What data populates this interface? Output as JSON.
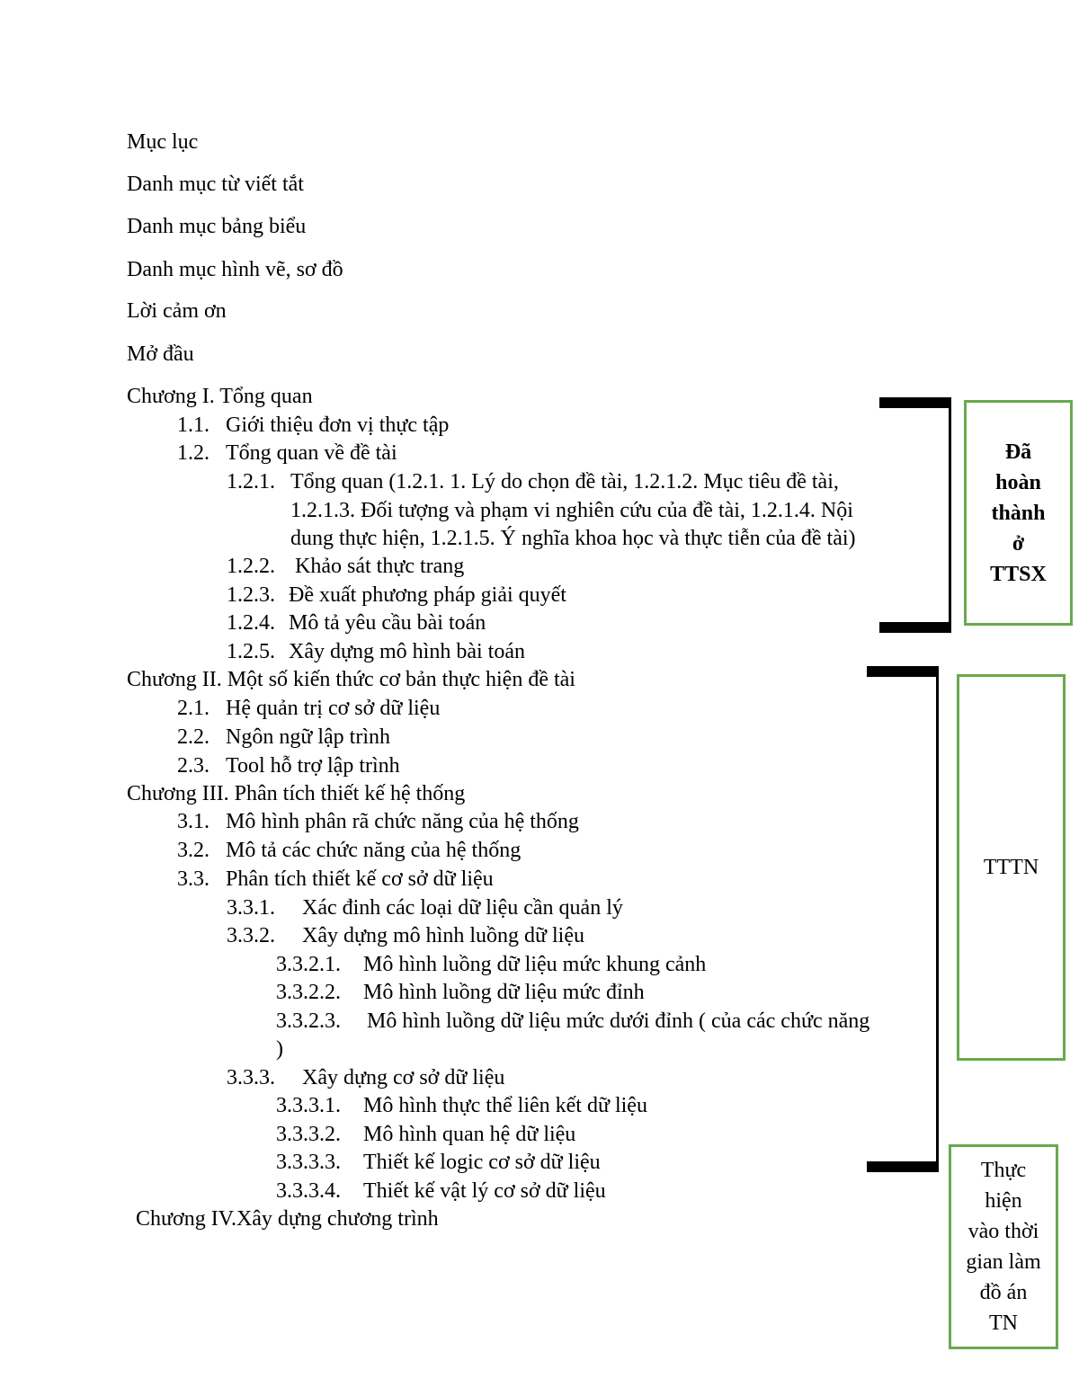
{
  "front_matter": [
    "Mục lục",
    "Danh mục từ viết tắt",
    "Danh mục bảng biểu",
    "Danh mục hình vẽ, sơ đồ",
    "Lời cảm ơn",
    "Mở đầu"
  ],
  "toc": {
    "ch1": {
      "label": "Chương I.  Tổng quan"
    },
    "s1_1": {
      "num": "1.1.",
      "text": "Giới thiệu đơn vị thực tập"
    },
    "s1_2": {
      "num": "1.2.",
      "text": "Tổng quan về đề tài"
    },
    "s1_2_1": {
      "num": "1.2.1.",
      "text_l1": "Tổng quan (1.2.1. 1. Lý do chọn đề tài, 1.2.1.2. Mục tiêu đề tài,",
      "text_l2": "1.2.1.3. Đối tượng và phạm vi nghiên cứu của đề tài, 1.2.1.4. Nội",
      "text_l3": "dung thực hiện, 1.2.1.5. Ý nghĩa khoa học và thực tiễn của đề tài)"
    },
    "s1_2_2": {
      "num": "1.2.2.",
      "text": "Khảo sát thực trang"
    },
    "s1_2_3": {
      "num": "1.2.3.",
      "text": "Đề xuất phương pháp giải quyết"
    },
    "s1_2_4": {
      "num": "1.2.4.",
      "text": "Mô tả yêu cầu bài toán"
    },
    "s1_2_5": {
      "num": "1.2.5.",
      "text": "Xây dựng mô hình bài toán"
    },
    "ch2": {
      "label": "Chương II. Một số kiến thức cơ bản thực hiện đề tài"
    },
    "s2_1": {
      "num": "2.1.",
      "text": "Hệ quản trị cơ sở dữ liệu"
    },
    "s2_2": {
      "num": "2.2.",
      "text": "Ngôn ngữ lập trình"
    },
    "s2_3": {
      "num": "2.3.",
      "text": "Tool hỗ trợ lập trình"
    },
    "ch3": {
      "label": "Chương III.  Phân tích thiết kế hệ thống"
    },
    "s3_1": {
      "num": "3.1.",
      "text": "Mô hình phân rã chức năng của hệ thống"
    },
    "s3_2": {
      "num": "3.2.",
      "text": "Mô tả các chức năng của hệ thống"
    },
    "s3_3": {
      "num": "3.3.",
      "text": "Phân tích thiết kế cơ sở dữ liệu"
    },
    "s3_3_1": {
      "num": "3.3.1.",
      "text": "Xác đinh các loại dữ liệu cần quản lý"
    },
    "s3_3_2": {
      "num": "3.3.2.",
      "text": "Xây dựng mô hình luồng dữ liệu"
    },
    "s3_3_2_1": {
      "num": "3.3.2.1.",
      "text": "Mô hình luồng dữ liệu mức khung cảnh"
    },
    "s3_3_2_2": {
      "num": "3.3.2.2.",
      "text": "Mô hình luồng dữ liệu mức đỉnh"
    },
    "s3_3_2_3": {
      "num": "3.3.2.3.",
      "text_l1": "Mô hình luồng dữ liệu mức dưới đỉnh ( của các chức năng",
      "text_l2": ")"
    },
    "s3_3_3": {
      "num": "3.3.3.",
      "text": "Xây dựng cơ sở dữ liệu"
    },
    "s3_3_3_1": {
      "num": "3.3.3.1.",
      "text": "Mô hình thực thể liên kết dữ liệu"
    },
    "s3_3_3_2": {
      "num": "3.3.3.2.",
      "text": "Mô hình quan hệ dữ liệu"
    },
    "s3_3_3_3": {
      "num": "3.3.3.3.",
      "text": "Thiết kế logic cơ sở dữ liệu"
    },
    "s3_3_3_4": {
      "num": "3.3.3.4.",
      "text": "Thiết kế vật lý cơ sở dữ liệu"
    },
    "ch4": {
      "label": "Chương IV.Xây dựng chương trình"
    }
  },
  "annotations": {
    "box1": {
      "lines": [
        "Đã",
        "hoàn",
        "thành",
        "ở",
        "TTSX"
      ]
    },
    "box2": {
      "text": "TTTN"
    },
    "box3": {
      "lines": [
        "Thực",
        "hiện",
        "vào thời",
        "gian làm",
        "đồ án",
        "TN"
      ]
    }
  },
  "colors": {
    "box_border": "#6aa84f",
    "bracket": "#000000"
  }
}
